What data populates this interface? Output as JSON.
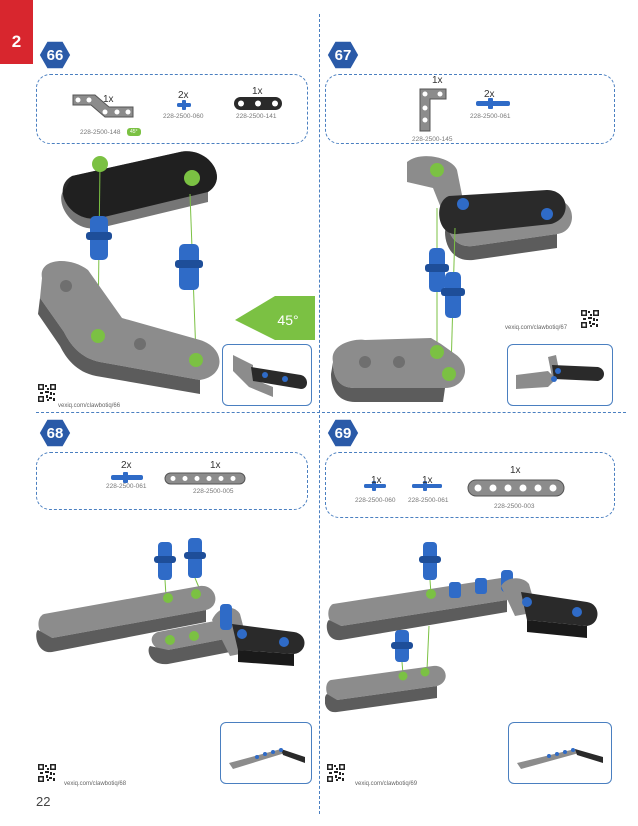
{
  "chapter": "2",
  "page_number": "22",
  "steps": [
    {
      "number": "66",
      "parts": [
        {
          "qty": "1x",
          "part": "228-2500-148",
          "badge": "45°"
        },
        {
          "qty": "2x",
          "part": "228-2500-060"
        },
        {
          "qty": "1x",
          "part": "228-2500-141"
        }
      ],
      "callout": "45°",
      "url": "vexiq.com/clawbotiq/66"
    },
    {
      "number": "67",
      "parts": [
        {
          "qty": "1x",
          "part": "228-2500-145"
        },
        {
          "qty": "2x",
          "part": "228-2500-061"
        }
      ],
      "url": "vexiq.com/clawbotiq/67"
    },
    {
      "number": "68",
      "parts": [
        {
          "qty": "2x",
          "part": "228-2500-061"
        },
        {
          "qty": "1x",
          "part": "228-2500-005"
        }
      ],
      "url": "vexiq.com/clawbotiq/68"
    },
    {
      "number": "69",
      "parts": [
        {
          "qty": "1x",
          "part": "228-2500-060"
        },
        {
          "qty": "1x",
          "part": "228-2500-061"
        },
        {
          "qty": "1x",
          "part": "228-2500-003"
        }
      ],
      "url": "vexiq.com/clawbotiq/69"
    }
  ],
  "colors": {
    "accent_blue": "#4a7fc0",
    "chapter_red": "#d8262e",
    "pin_blue": "#2f6bc7",
    "green": "#7bc143",
    "beam_gray": "#8c8c8c",
    "beam_black": "#2a2a2a"
  }
}
